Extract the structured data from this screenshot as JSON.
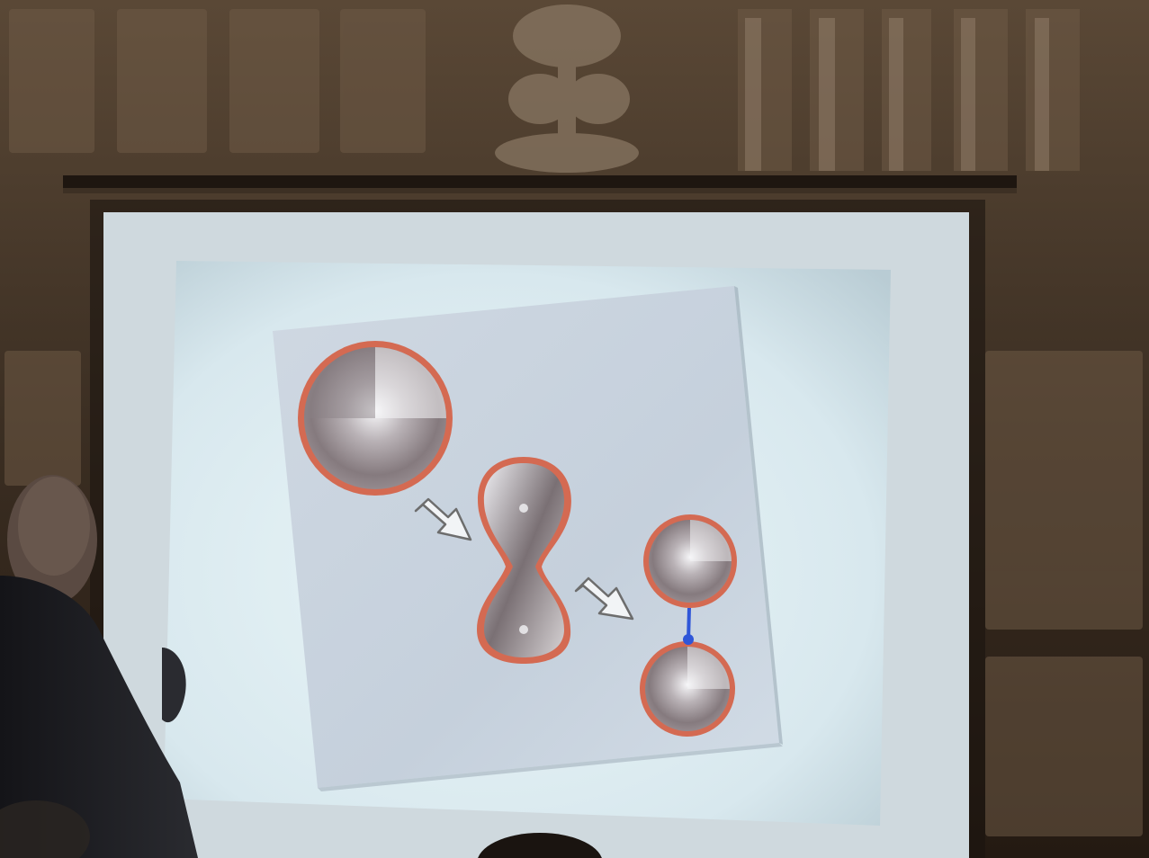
{
  "scene": {
    "colors": {
      "wall_dark": "#2e2218",
      "wall_mid": "#4a3a2b",
      "wall_light": "#7a6a58",
      "screen_frame": "#cdd6dc",
      "screen_glow": "#e6f2f6",
      "slide_board": "#c9d3de",
      "membrane": "#d46a52",
      "membrane_dark": "#b8523e",
      "sphere_light": "#f4f4f6",
      "sphere_dark": "#6e6468",
      "arrow_stroke": "#6d6d6d",
      "arrow_fill": "#f2f4f6",
      "connector": "#2f56d8",
      "presenter": "#1c1d22"
    },
    "slide": {
      "stages": [
        "single-cell",
        "dividing-cell",
        "daughter-cells"
      ],
      "transition_arrows": 2,
      "has_connector": true
    }
  }
}
